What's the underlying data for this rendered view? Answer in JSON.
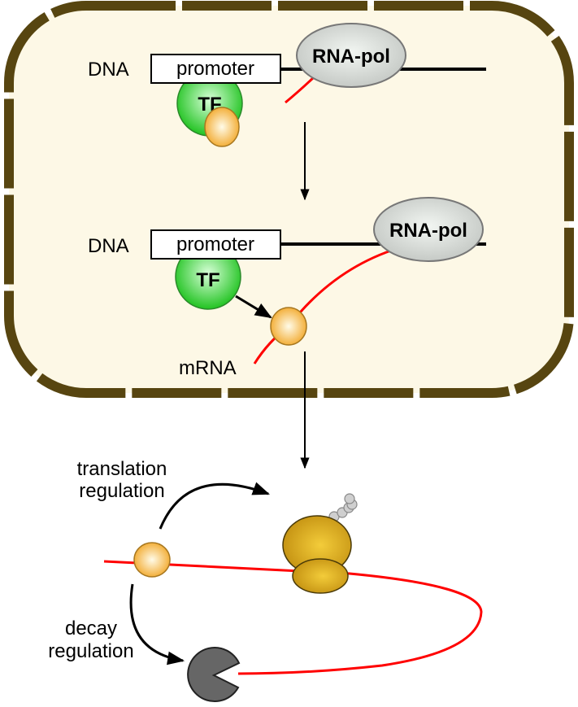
{
  "labels": {
    "dna_top": "DNA",
    "promoter_top": "promoter",
    "tf_top": "TF",
    "rnapol_top": "RNA-pol",
    "dna_mid": "DNA",
    "promoter_mid": "promoter",
    "tf_mid": "TF",
    "rnapol_mid": "RNA-pol",
    "mrna": "mRNA",
    "translation_1": "translation",
    "translation_2": "regulation",
    "decay_1": "decay",
    "decay_2": "regulation"
  },
  "colors": {
    "cell_wall": "#574510",
    "cytoplasm": "#fdf8e6",
    "mrna": "#ff0000",
    "tf": "#33cc33",
    "rbp": "#f5b841",
    "ribosome": "#d6a21a",
    "rnapol": "#d0d4d0",
    "degrader": "#666666"
  }
}
